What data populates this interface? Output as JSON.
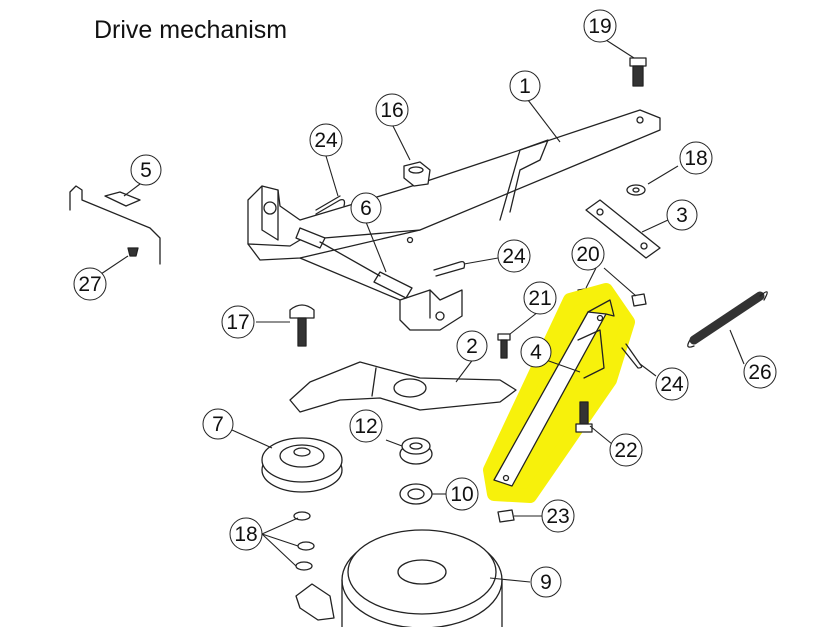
{
  "diagram": {
    "title": "Drive mechanism",
    "highlight_color": "#f7f10b",
    "callouts": [
      {
        "id": "c1",
        "label": "1"
      },
      {
        "id": "c2",
        "label": "2"
      },
      {
        "id": "c3",
        "label": "3"
      },
      {
        "id": "c4",
        "label": "4"
      },
      {
        "id": "c5",
        "label": "5"
      },
      {
        "id": "c6",
        "label": "6"
      },
      {
        "id": "c7",
        "label": "7"
      },
      {
        "id": "c9",
        "label": "9"
      },
      {
        "id": "c10",
        "label": "10"
      },
      {
        "id": "c12",
        "label": "12"
      },
      {
        "id": "c16",
        "label": "16"
      },
      {
        "id": "c17",
        "label": "17"
      },
      {
        "id": "c18a",
        "label": "18"
      },
      {
        "id": "c18b",
        "label": "18"
      },
      {
        "id": "c19",
        "label": "19"
      },
      {
        "id": "c20",
        "label": "20"
      },
      {
        "id": "c21",
        "label": "21"
      },
      {
        "id": "c22",
        "label": "22"
      },
      {
        "id": "c23",
        "label": "23"
      },
      {
        "id": "c24a",
        "label": "24"
      },
      {
        "id": "c24b",
        "label": "24"
      },
      {
        "id": "c24c",
        "label": "24"
      },
      {
        "id": "c26",
        "label": "26"
      },
      {
        "id": "c27",
        "label": "27"
      }
    ]
  }
}
